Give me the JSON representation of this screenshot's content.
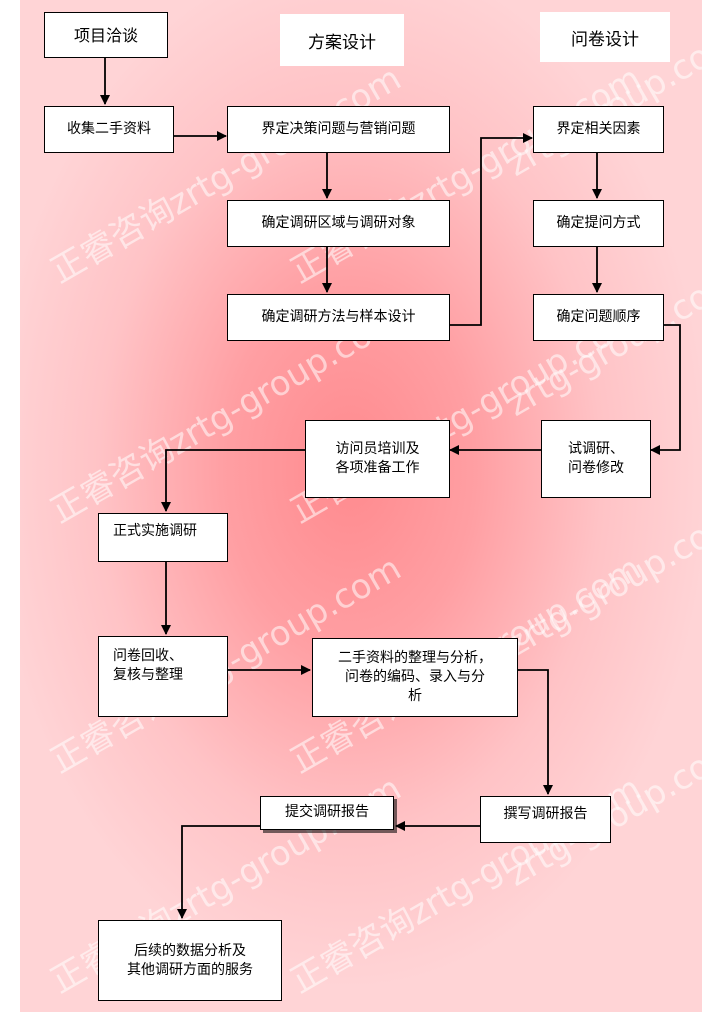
{
  "headers": {
    "project": "项目洽谈",
    "plan": "方案设计",
    "questionnaire": "问卷设计"
  },
  "steps": {
    "collect": "收集二手资料",
    "define_problem": "界定决策问题与营销问题",
    "region": "确定调研区域与调研对象",
    "method": "确定调研方法与样本设计",
    "factors": "界定相关因素",
    "ask_way": "确定提问方式",
    "order": "确定问题顺序",
    "pretest": "试调研、\n问卷修改",
    "training": "访问员培训及\n各项准备工作",
    "implement": "正式实施调研",
    "recover": "问卷回收、\n复核与整理",
    "analysis": "二手资料的整理与分析，\n问卷的编码、录入与分\n析",
    "write": "撰写调研报告",
    "submit": "提交调研报告",
    "followup": "后续的数据分析及\n其他调研方面的服务"
  },
  "watermark": {
    "cn": "正睿咨询zrtg-group.com",
    "en": "zrtg-group.com"
  },
  "colors": {
    "bg_center": "#ff8a8e",
    "bg_edge": "#ffd4d6",
    "line": "#000000"
  }
}
